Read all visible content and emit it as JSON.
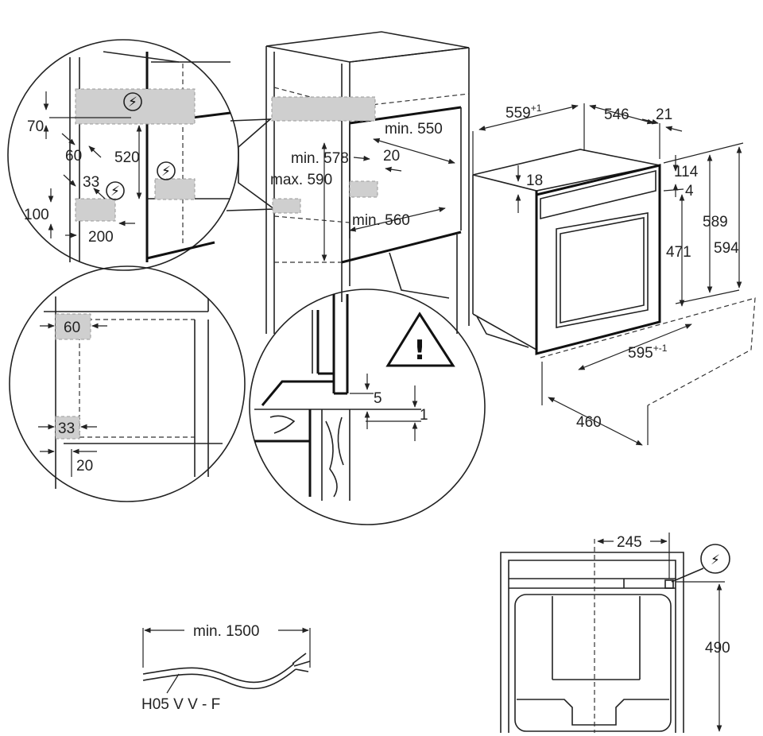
{
  "labels": {
    "d70": "70",
    "d60_top": "60",
    "d520": "520",
    "d33_top": "33",
    "d100": "100",
    "d200": "200",
    "d60_side": "60",
    "d33_side": "33",
    "d20_side": "20",
    "min578": "min. 578",
    "max590": "max. 590",
    "min550": "min. 550",
    "d20_niche": "20",
    "min560": "min. 560",
    "d5": "5",
    "d1": "1",
    "d559": "559",
    "d559_sup": "+1",
    "d546": "546",
    "d21": "21",
    "d18": "18",
    "d114": "114",
    "d4": "4",
    "d589": "589",
    "d594": "594",
    "d471": "471",
    "d595": "595",
    "d595_sup": "+-1",
    "d460": "460",
    "d245": "245",
    "d490": "490",
    "min1500": "min. 1500",
    "cable": "H05 V V - F"
  },
  "icons": {
    "bolt": "⚡",
    "warning": "!"
  }
}
